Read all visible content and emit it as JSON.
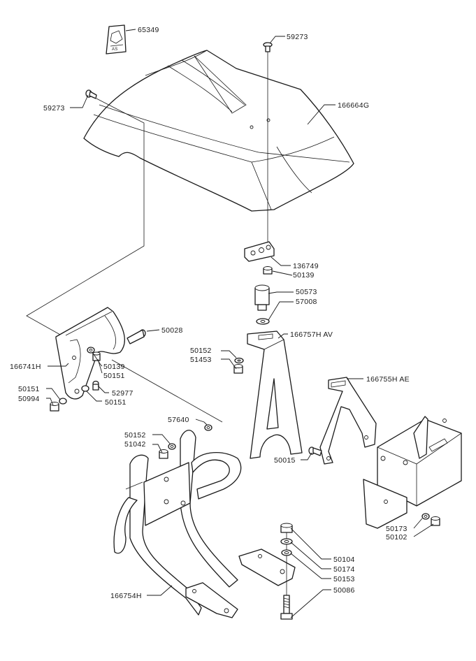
{
  "labels": {
    "p65349": "65349",
    "p59273_top": "59273",
    "p59273_left": "59273",
    "p166664G": "166664G",
    "p136749": "136749",
    "p50139_a": "50139",
    "p50573": "50573",
    "p57008": "57008",
    "p166757HAV": "166757H AV",
    "p50152_a": "50152",
    "p51453": "51453",
    "p50028": "50028",
    "p166741H": "166741H",
    "p50139_b": "50139",
    "p50151_a": "50151",
    "p50151_b": "50151",
    "p50994": "50994",
    "p52977": "52977",
    "p50151_c": "50151",
    "p166755HAE": "166755H AE",
    "p57640": "57640",
    "p50152_b": "50152",
    "p51042": "51042",
    "p50015": "50015",
    "p50173": "50173",
    "p50102": "50102",
    "p50104": "50104",
    "p50174": "50174",
    "p50153": "50153",
    "p50086": "50086",
    "p166754H": "166754H"
  },
  "logo_text": "AS"
}
